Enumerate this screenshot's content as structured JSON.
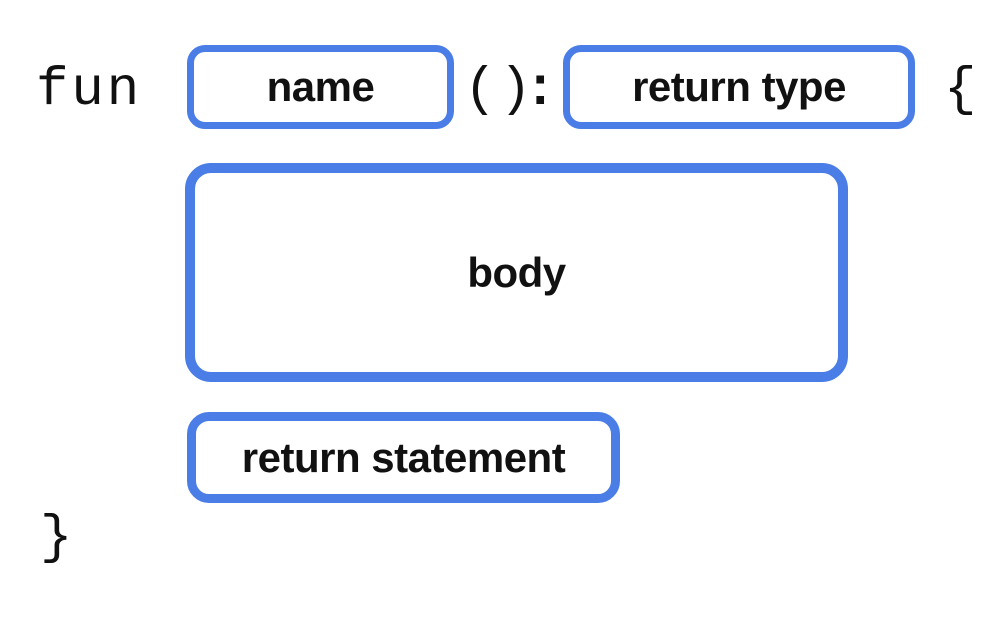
{
  "diagram": {
    "description": "Kotlin function syntax anatomy",
    "colors": {
      "accent": "#4b7de6",
      "text": "#111111",
      "background": "#ffffff"
    },
    "code": {
      "keyword": "fun",
      "parens": "()",
      "colon": ":",
      "brace_open": "{",
      "brace_close": "}"
    },
    "slots": {
      "name": "name",
      "return_type": "return type",
      "body": "body",
      "return_statement": "return statement"
    }
  }
}
